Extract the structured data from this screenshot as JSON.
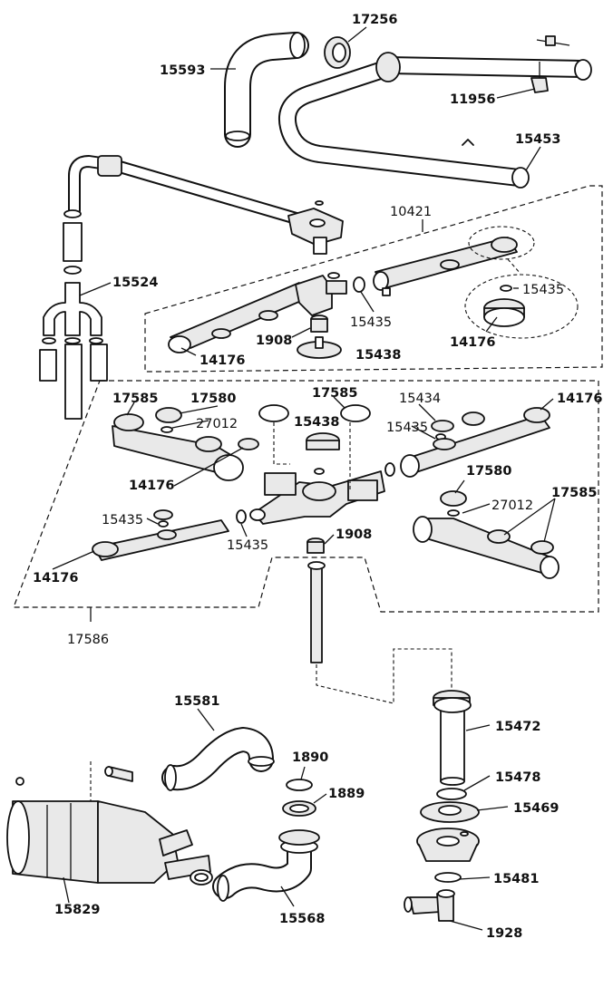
{
  "labels": {
    "l17256": "17256",
    "l15593": "15593",
    "l11956": "11956",
    "l15453": "15453",
    "l10421": "10421",
    "l15524": "15524",
    "l15435a": "15435",
    "l15435b": "15435",
    "l1908a": "1908",
    "l15438a": "15438",
    "l14176a": "14176",
    "l14176b": "14176",
    "l17585a": "17585",
    "l17580a": "17580",
    "l17585b": "17585",
    "l15434": "15434",
    "l14176c": "14176",
    "l27012a": "27012",
    "l15438b": "15438",
    "l15435c": "15435",
    "l14176d": "14176",
    "l17580b": "17580",
    "l27012b": "27012",
    "l17585c": "17585",
    "l15435d": "15435",
    "l15435e": "15435",
    "l1908b": "1908",
    "l14176e": "14176",
    "l17586": "17586",
    "l15581": "15581",
    "l15472": "15472",
    "l1890": "1890",
    "l15478": "15478",
    "l1889": "1889",
    "l15469": "15469",
    "l15481": "15481",
    "l15829": "15829",
    "l15568": "15568",
    "l1928": "1928"
  }
}
